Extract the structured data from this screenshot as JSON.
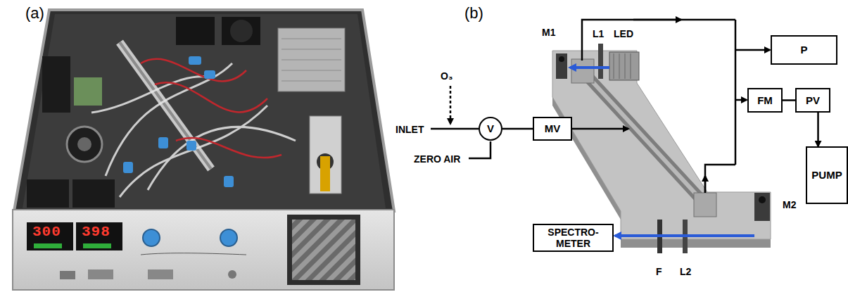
{
  "diagram": {
    "nodes": [
      {
        "text": [
          "P"
        ]
      },
      {
        "text": [
          "FM"
        ]
      },
      {
        "text": [
          "PV"
        ]
      },
      {
        "text": [
          "PUMP"
        ]
      },
      {
        "text": [
          "V"
        ]
      },
      {
        "text": [
          "MV"
        ]
      },
      {
        "text": [
          "SPECTRO- METER"
        ]
      }
    ],
    "edges": [
      {
        "from": 4,
        "to": 5,
        "arrow": "none"
      },
      {
        "from": 1,
        "to": 2,
        "arrow": "none"
      },
      {
        "from": 2,
        "to": 3,
        "arrow": "to"
      }
    ],
    "labels": [
      "(a)",
      "(b)",
      "300",
      "398",
      "M1",
      "L1",
      "LED",
      "O₃",
      "INLET",
      "ZERO AIR",
      "M2",
      "F",
      "L2"
    ]
  }
}
